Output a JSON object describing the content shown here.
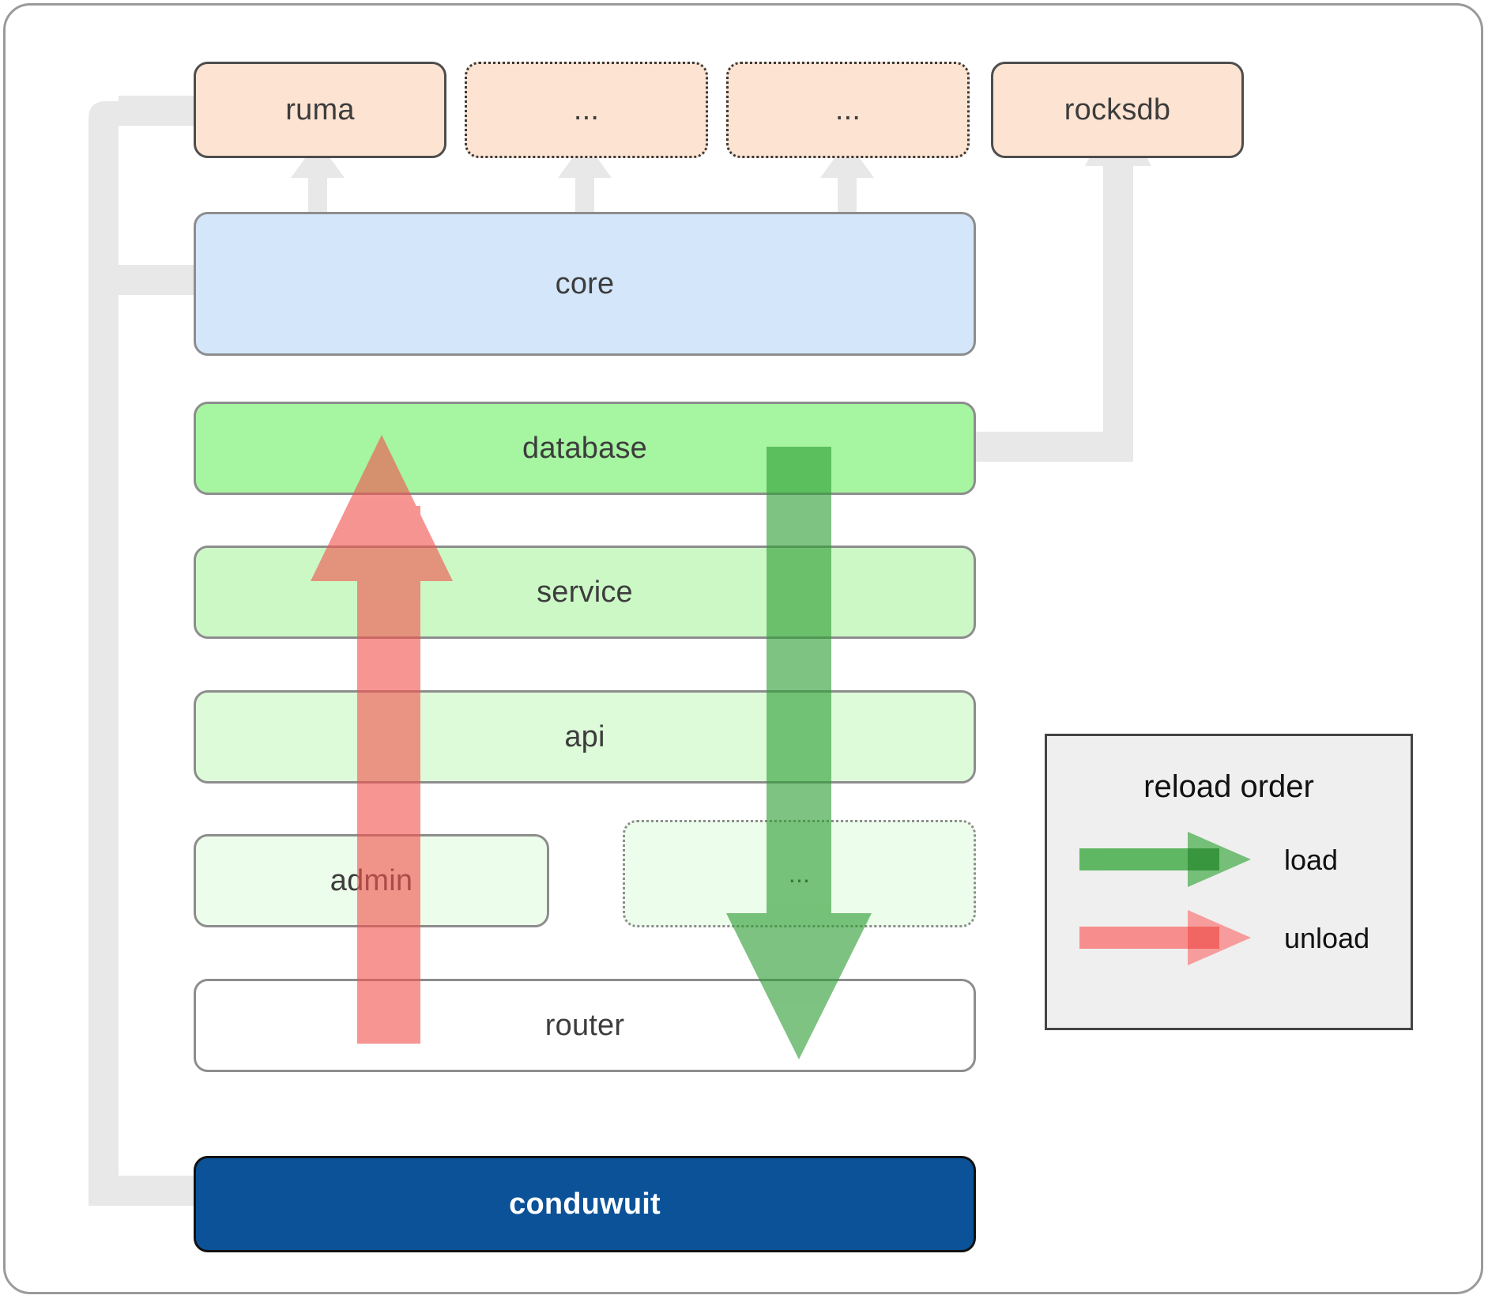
{
  "diagram": {
    "title": "conduwuit crate / layer architecture with reload order",
    "type": "layered-architecture-diagram",
    "colors": {
      "dependency_fill": "#fde3d1",
      "dependency_stroke": "#4d4d4d",
      "core_fill": "#d4e6fa",
      "core_stroke": "#8d8d8d",
      "layer_stroke": "#8d8d8d",
      "root_fill": "#0b5298",
      "root_text": "#ffffff",
      "load_arrow": "#4caf50",
      "unload_arrow": "#f98080",
      "connector": "#e8e8e8",
      "legend_fill": "#efefef",
      "legend_stroke": "#444444",
      "frame_stroke": "#9a9a9a",
      "text": "#3d3d3d"
    }
  },
  "dependencies": [
    {
      "label": "ruma",
      "style": "solid",
      "name": "ruma"
    },
    {
      "label": "...",
      "style": "dotted",
      "name": "more-deps-1"
    },
    {
      "label": "...",
      "style": "dotted",
      "name": "more-deps-2"
    },
    {
      "label": "rocksdb",
      "style": "solid",
      "name": "rocksdb"
    }
  ],
  "core": {
    "label": "core"
  },
  "layers": [
    {
      "label": "database",
      "name": "database",
      "style": "solid",
      "fill": "#a6f5a0"
    },
    {
      "label": "service",
      "name": "service",
      "style": "solid",
      "fill": "#ccf8c6"
    },
    {
      "label": "api",
      "name": "api",
      "style": "solid",
      "fill": "#ddfbd9"
    },
    {
      "label": "admin",
      "name": "admin",
      "style": "solid",
      "fill": "#edfdeb"
    },
    {
      "label": "...",
      "name": "more-layers",
      "style": "dotted",
      "fill": "#edfdeb"
    },
    {
      "label": "router",
      "name": "router",
      "style": "solid",
      "fill": "#ffffff"
    }
  ],
  "root": {
    "label": "conduwuit"
  },
  "legend": {
    "title": "reload order",
    "items": [
      {
        "label": "load",
        "color": "#4caf50",
        "name": "load"
      },
      {
        "label": "unload",
        "color": "#f98080",
        "name": "unload"
      }
    ]
  }
}
